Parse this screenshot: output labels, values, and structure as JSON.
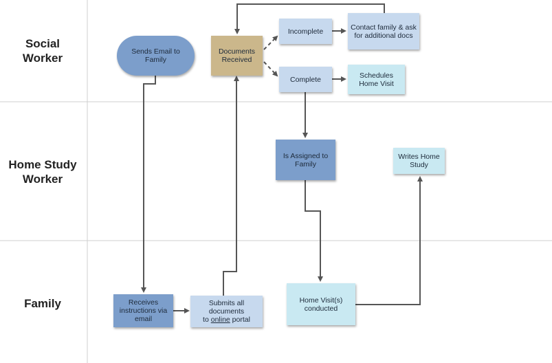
{
  "lanes": [
    {
      "label": "Social\nWorker"
    },
    {
      "label": "Home Study\nWorker"
    },
    {
      "label": "Family"
    }
  ],
  "nodes": {
    "sends_email": {
      "label": "Sends Email to\nFamily",
      "color": "#7c9ecb"
    },
    "documents_received": {
      "label": "Documents\nReceived",
      "color": "#cbb78b"
    },
    "incomplete": {
      "label": "Incomplete",
      "color": "#c7d9ee"
    },
    "contact_family": {
      "label": "Contact family & ask\nfor additional docs",
      "color": "#c7d9ee"
    },
    "complete": {
      "label": "Complete",
      "color": "#c7d9ee"
    },
    "schedules_visit": {
      "label": "Schedules\nHome Visit",
      "color": "#c9e9f2"
    },
    "assigned_family": {
      "label": "Is Assigned to\nFamily",
      "color": "#7c9ecb"
    },
    "writes_home_study": {
      "label": "Writes Home\nStudy",
      "color": "#c9e9f2"
    },
    "receives_instructions": {
      "label": "Receives\ninstructions via\nemail",
      "color": "#7c9ecb"
    },
    "submits_documents_a": "Submits all\ndocuments\nto ",
    "submits_documents_b": "online",
    "submits_documents_c": " portal",
    "submits_color": "#c7d9ee",
    "home_visit": {
      "label": "Home Visit(s)\nconducted",
      "color": "#c9e9f2"
    }
  }
}
